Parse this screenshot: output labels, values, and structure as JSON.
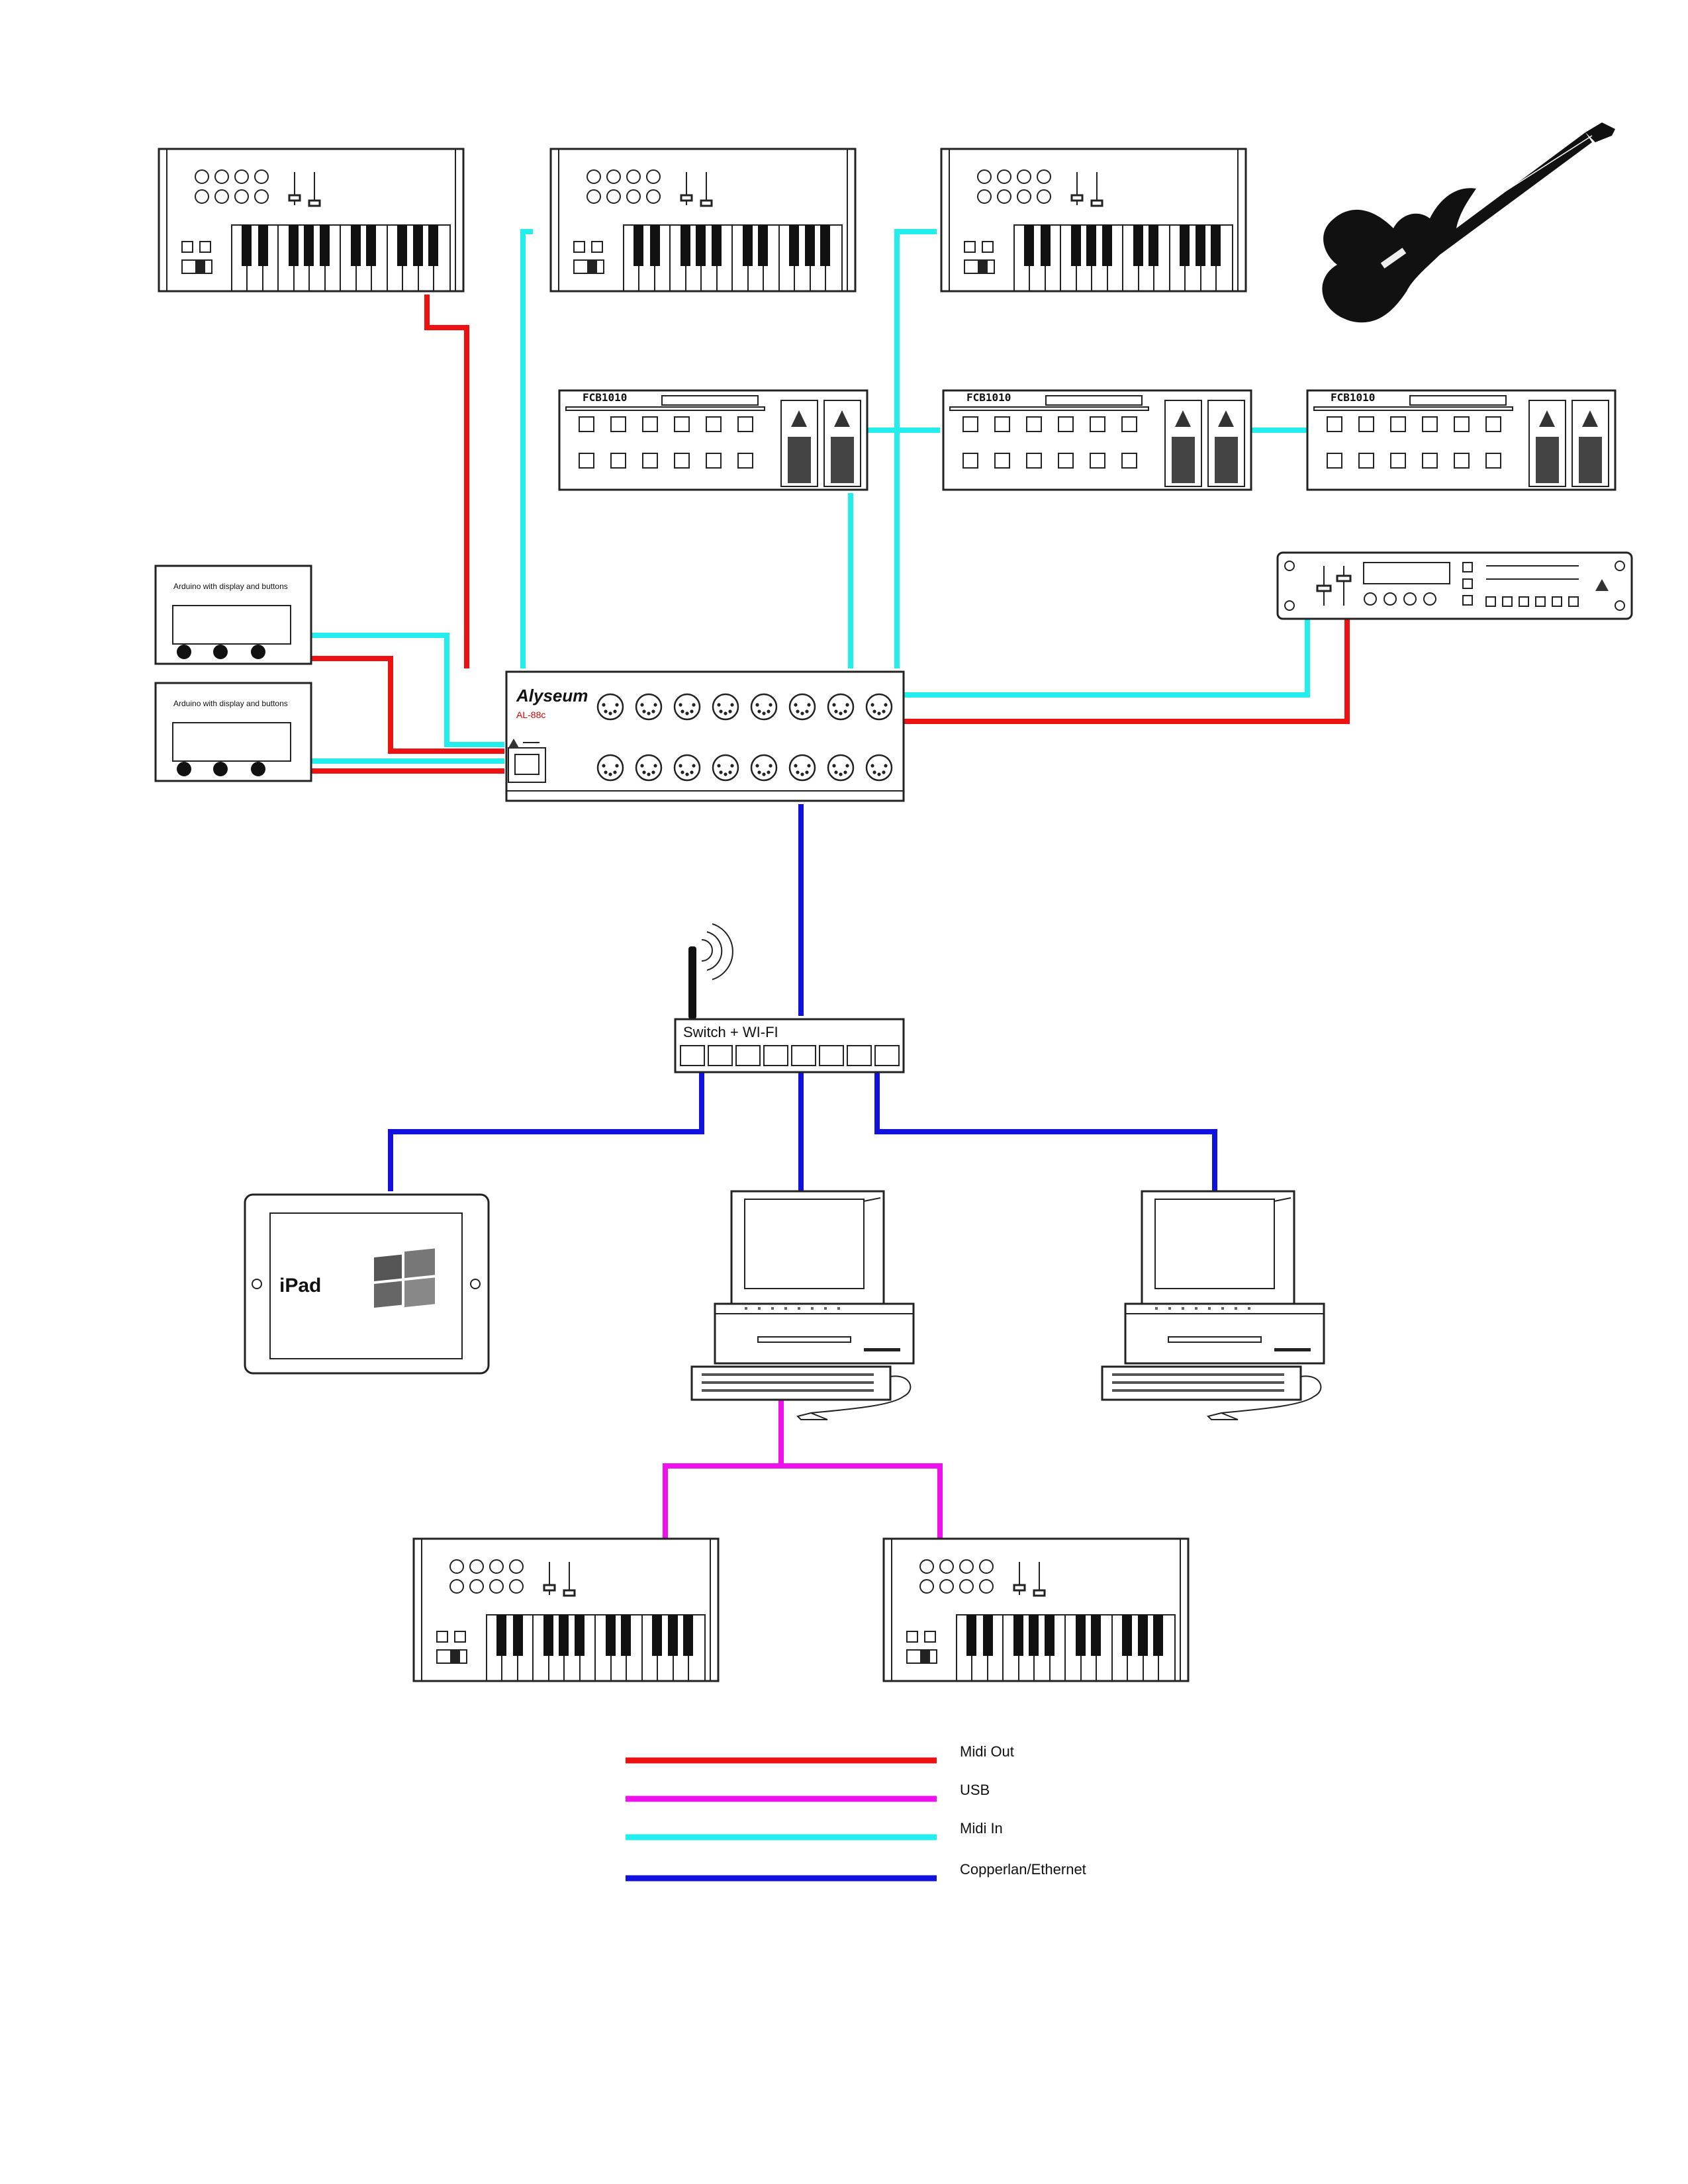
{
  "colors": {
    "midi_out": "#ee1111",
    "usb": "#ee11ee",
    "midi_in": "#22eeee",
    "ethernet": "#1111dd"
  },
  "arduino": {
    "label": "Arduino with display and buttons"
  },
  "interface": {
    "brand": "Alyseum",
    "model": "AL-88c"
  },
  "switch": {
    "label": "Switch + WI-FI"
  },
  "ipad": {
    "label": "iPad"
  },
  "pedalboard": {
    "logo": "FCB1010"
  },
  "legend": [
    {
      "label": "Midi Out",
      "color": "#ee1111"
    },
    {
      "label": "USB",
      "color": "#ee11ee"
    },
    {
      "label": "Midi In",
      "color": "#22eeee"
    },
    {
      "label": "Copperlan/Ethernet",
      "color": "#1111dd"
    }
  ]
}
